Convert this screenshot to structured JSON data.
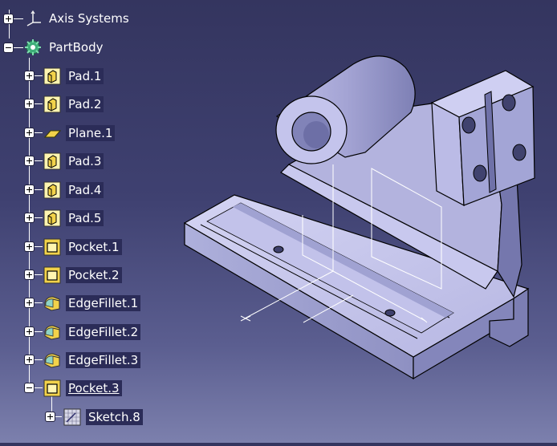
{
  "tree": {
    "items": [
      {
        "label": "Axis Systems",
        "icon": "axis-systems-icon",
        "expander": "plus"
      },
      {
        "label": "PartBody",
        "icon": "partbody-gear-icon",
        "expander": "minus"
      },
      {
        "label": "Pad.1",
        "icon": "pad-icon",
        "expander": "plus"
      },
      {
        "label": "Pad.2",
        "icon": "pad-icon",
        "expander": "plus"
      },
      {
        "label": "Plane.1",
        "icon": "plane-icon",
        "expander": "plus"
      },
      {
        "label": "Pad.3",
        "icon": "pad-icon",
        "expander": "plus"
      },
      {
        "label": "Pad.4",
        "icon": "pad-icon",
        "expander": "plus"
      },
      {
        "label": "Pad.5",
        "icon": "pad-icon",
        "expander": "plus"
      },
      {
        "label": "Pocket.1",
        "icon": "pocket-icon",
        "expander": "plus"
      },
      {
        "label": "Pocket.2",
        "icon": "pocket-icon",
        "expander": "plus"
      },
      {
        "label": "EdgeFillet.1",
        "icon": "edge-fillet-icon",
        "expander": "plus"
      },
      {
        "label": "EdgeFillet.2",
        "icon": "edge-fillet-icon",
        "expander": "plus"
      },
      {
        "label": "EdgeFillet.3",
        "icon": "edge-fillet-icon",
        "expander": "plus"
      },
      {
        "label": "Pocket.3",
        "icon": "pocket-icon",
        "expander": "minus"
      },
      {
        "label": "Sketch.8",
        "icon": "sketch-icon",
        "expander": "plus"
      }
    ]
  },
  "colors": {
    "background_top": "#34355f",
    "background_bottom": "#7c80ad",
    "part_face_light": "#cdcdf0",
    "part_face_mid": "#a9a9d8",
    "part_face_dark": "#7f7fb4",
    "label_bg": "#2b2c58"
  }
}
